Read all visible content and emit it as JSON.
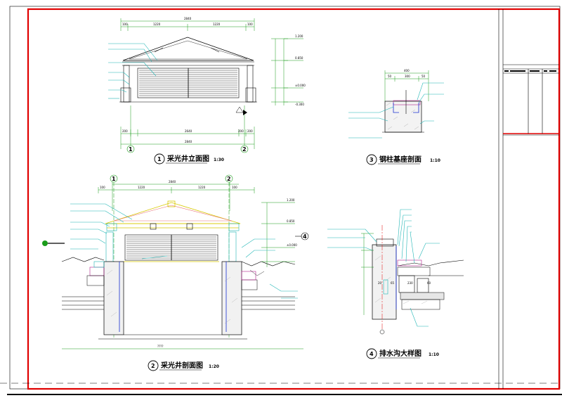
{
  "drawings": [
    {
      "num": "1",
      "title": "采光井立面图",
      "scale": "1:30"
    },
    {
      "num": "2",
      "title": "采光井剖面图",
      "scale": "1:20"
    },
    {
      "num": "3",
      "title": "钢柱基座剖面",
      "scale": "1:10"
    },
    {
      "num": "4",
      "title": "排水沟大样图",
      "scale": "1:10"
    }
  ],
  "grid_axes": [
    "1",
    "2"
  ],
  "callout_marker": "4",
  "colors": {
    "frame": "#e00000",
    "dim": "#1a9c1a",
    "steel": "#1fb5b5",
    "roof": "#d8c800",
    "fill": "#b0208c",
    "glass": "#1a30d0"
  }
}
